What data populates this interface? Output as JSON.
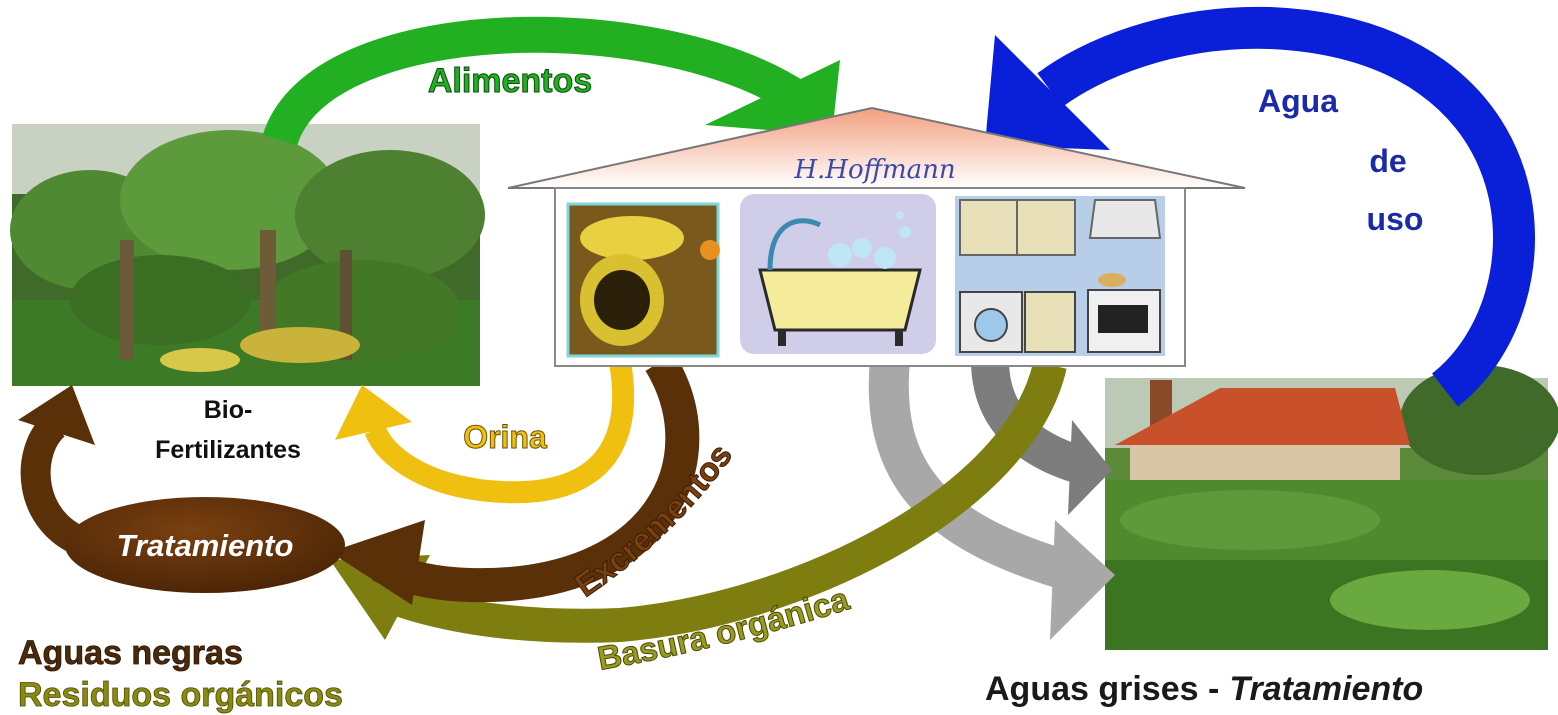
{
  "house": {
    "author": "H.Hoffmann",
    "fixtures": [
      "toilet-icon",
      "bathtub-icon",
      "kitchen-icon"
    ]
  },
  "images": {
    "garden": "banana-garden-image",
    "wetland": "greywater-wetland-image"
  },
  "flows": {
    "alimentos": "Alimentos",
    "agua_uso": [
      "Agua",
      "de",
      "uso"
    ],
    "orina": "Orina",
    "excrementos": "Excrementos",
    "basura": "Basura orgánica"
  },
  "nodes": {
    "biofert": [
      "Bio-",
      "Fertilizantes"
    ],
    "tratamiento": "Tratamiento"
  },
  "captions": {
    "aguas_negras": "Aguas negras",
    "residuos": "Residuos orgánicos",
    "aguas_grises": "Aguas grises -",
    "aguas_grises_tratamiento": "Tratamiento"
  },
  "colors": {
    "alimentos": "#22b022",
    "agua": "#0a1fd8",
    "orina": "#f0c010",
    "excrementos": "#5a3008",
    "basura": "#7d7d10",
    "grey": "#a8a8a8",
    "aguas_negras_text": "#4a2a0a",
    "residuos_text": "#8a8a10"
  }
}
